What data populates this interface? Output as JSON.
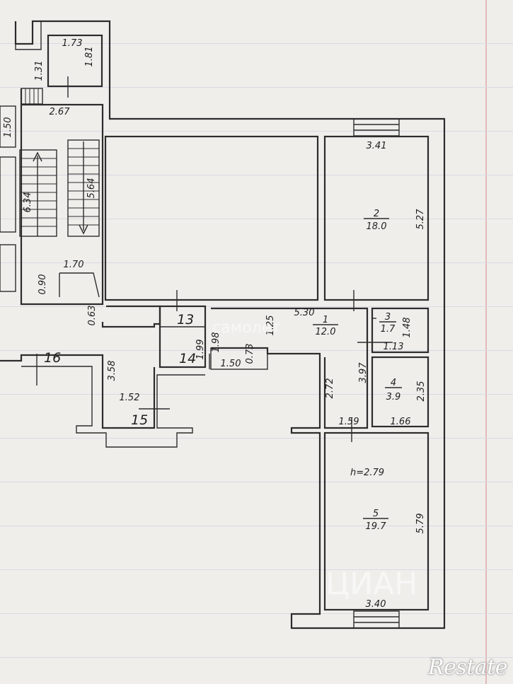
{
  "rooms": {
    "r1": {
      "number": "1",
      "area": "12.0"
    },
    "r2": {
      "number": "2",
      "area": "18.0"
    },
    "r3": {
      "number": "3",
      "area": "1.7"
    },
    "r4": {
      "number": "4",
      "area": "3.9"
    },
    "r5": {
      "number": "5",
      "area": "19.7"
    }
  },
  "dimensions": {
    "d173": "1.73",
    "d181": "1.81",
    "d131": "1.31",
    "d267": "2.67",
    "d150a": "1.50",
    "d634": "6.34",
    "d564": "5.64",
    "d090": "0.90",
    "d170": "1.70",
    "d341": "3.41",
    "d527": "5.27",
    "d063": "0.63",
    "d125": "1.25",
    "d530": "5.30",
    "d148": "1.48",
    "d113": "1.13",
    "d199": "1.99",
    "d198": "1.98",
    "d073": "0.73",
    "d150b": "1.50",
    "d358": "3.58",
    "d152": "1.52",
    "d272": "2.72",
    "d397": "3.97",
    "d235": "2.35",
    "d159": "1.59",
    "d166": "1.66",
    "d579": "5.79",
    "d340": "3.40"
  },
  "labels": {
    "n13": "13",
    "n14": "14",
    "n15": "15",
    "n16": "16",
    "height": "h=2.79"
  },
  "watermarks": {
    "cian": "ЦИАН",
    "sam": "самолет",
    "logo": "Restate"
  }
}
